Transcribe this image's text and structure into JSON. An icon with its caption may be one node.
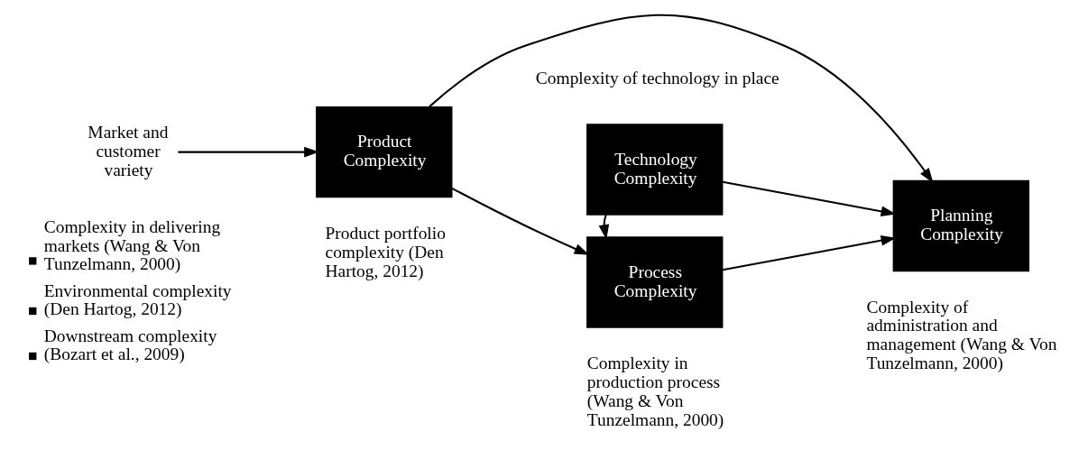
{
  "diagram": {
    "nodes": [
      {
        "text": [
          "Market and customer variety"
        ],
        "beside": [
          "Complexity in delivering markets (Wang & Von Tunzelmann, 2000)",
          "Environmental complexity (Den Hartog, 2012)",
          "Downstream complexity (Bozart et al., 2009)"
        ]
      },
      {
        "text": [
          "Technology Complexity"
        ],
        "beside": [
          "Complexity of technology in place"
        ]
      },
      {
        "text": [
          "Product Complexity"
        ],
        "beside": [
          "Product portfolio complexity (Den Hartog, 2012)"
        ]
      },
      {
        "text": [
          "Process Complexity"
        ],
        "beside": [
          "Complexity in production process (Wang & Von Tunzelmann, 2000)"
        ]
      },
      {
        "text": [
          "Planning Complexity"
        ],
        "beside": [
          "Complexity of administration and management (Wang & Von Tunzelmann, 2000)"
        ]
      }
    ],
    "edges": [
      {
        "from": 0,
        "to": 2,
        "arrow": "to"
      },
      {
        "from": 2,
        "to": 3,
        "arrow": "to"
      },
      {
        "from": 3,
        "to": 4,
        "arrow": "to"
      },
      {
        "from": 1,
        "to": 3,
        "arrow": "to"
      },
      {
        "from": 1,
        "to": 4,
        "arrow": "to"
      },
      {
        "from": 2,
        "to": 4,
        "arrow": "to"
      }
    ]
  }
}
